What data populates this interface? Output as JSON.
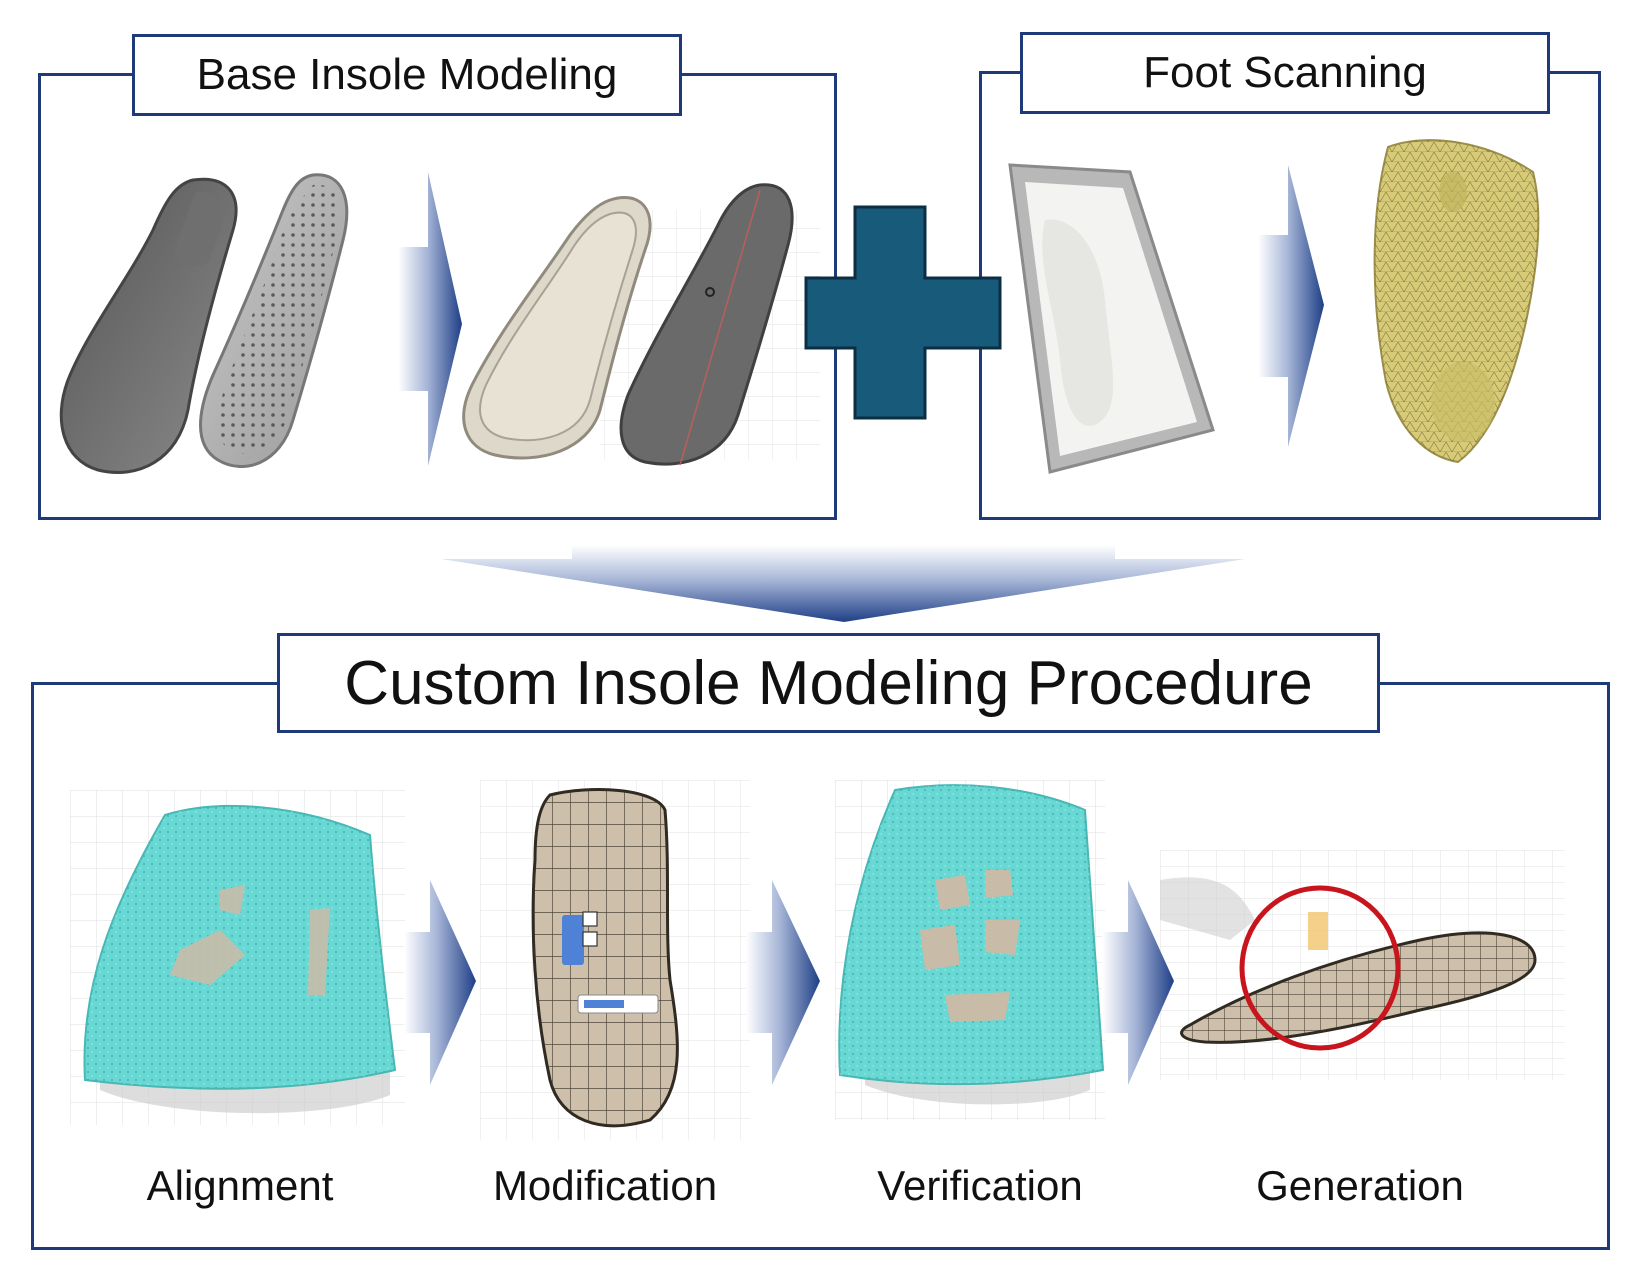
{
  "panels": {
    "base": {
      "title": "Base Insole Modeling"
    },
    "scan": {
      "title": "Foot Scanning"
    },
    "procedure": {
      "title": "Custom Insole Modeling Procedure"
    }
  },
  "steps": [
    {
      "label": "Alignment"
    },
    {
      "label": "Modification"
    },
    {
      "label": "Verification"
    },
    {
      "label": "Generation"
    }
  ],
  "colors": {
    "frame": "#1f3a78",
    "arrow": "#1f3f86",
    "plus": "#175a79",
    "scan_mesh": "#68d8d4",
    "foot_mesh": "#d8cb78",
    "highlight_circle": "#c8141c"
  },
  "icons": [
    "plus-icon",
    "arrow-right-icon",
    "arrow-down-icon"
  ]
}
